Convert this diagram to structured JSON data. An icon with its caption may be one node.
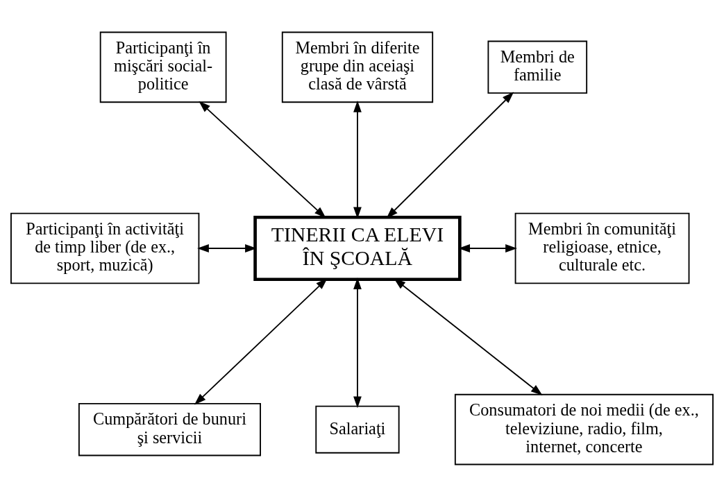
{
  "diagram": {
    "nodes": [
      {
        "text": [
          "Participanţi în mişcări social-politice"
        ]
      },
      {
        "text": [
          "Membri în diferite grupe din aceiaşi clasă de vârstă"
        ]
      },
      {
        "text": [
          "Membri de familie"
        ]
      },
      {
        "text": [
          "Participanţi în activităţi de timp liber (de ex., sport, muzică)"
        ]
      },
      {
        "text": [
          "TINERII CA ELEVI ÎN ŞCOALĂ"
        ]
      },
      {
        "text": [
          "Membri în comunităţi religioase, etnice, culturale etc."
        ]
      },
      {
        "text": [
          "Cumpărători de bunuri şi servicii"
        ]
      },
      {
        "text": [
          "Salariaţi"
        ]
      },
      {
        "text": [
          "Consumatori de noi medii (de ex., televiziune, radio, film, internet, concerte"
        ]
      }
    ],
    "edges": [
      {
        "from": 0,
        "to": 4,
        "arrow": "both"
      },
      {
        "from": 1,
        "to": 4,
        "arrow": "both"
      },
      {
        "from": 2,
        "to": 4,
        "arrow": "both"
      },
      {
        "from": 3,
        "to": 4,
        "arrow": "both"
      },
      {
        "from": 4,
        "to": 5,
        "arrow": "both"
      },
      {
        "from": 4,
        "to": 6,
        "arrow": "both"
      },
      {
        "from": 4,
        "to": 7,
        "arrow": "both"
      },
      {
        "from": 4,
        "to": 8,
        "arrow": "both"
      }
    ]
  }
}
